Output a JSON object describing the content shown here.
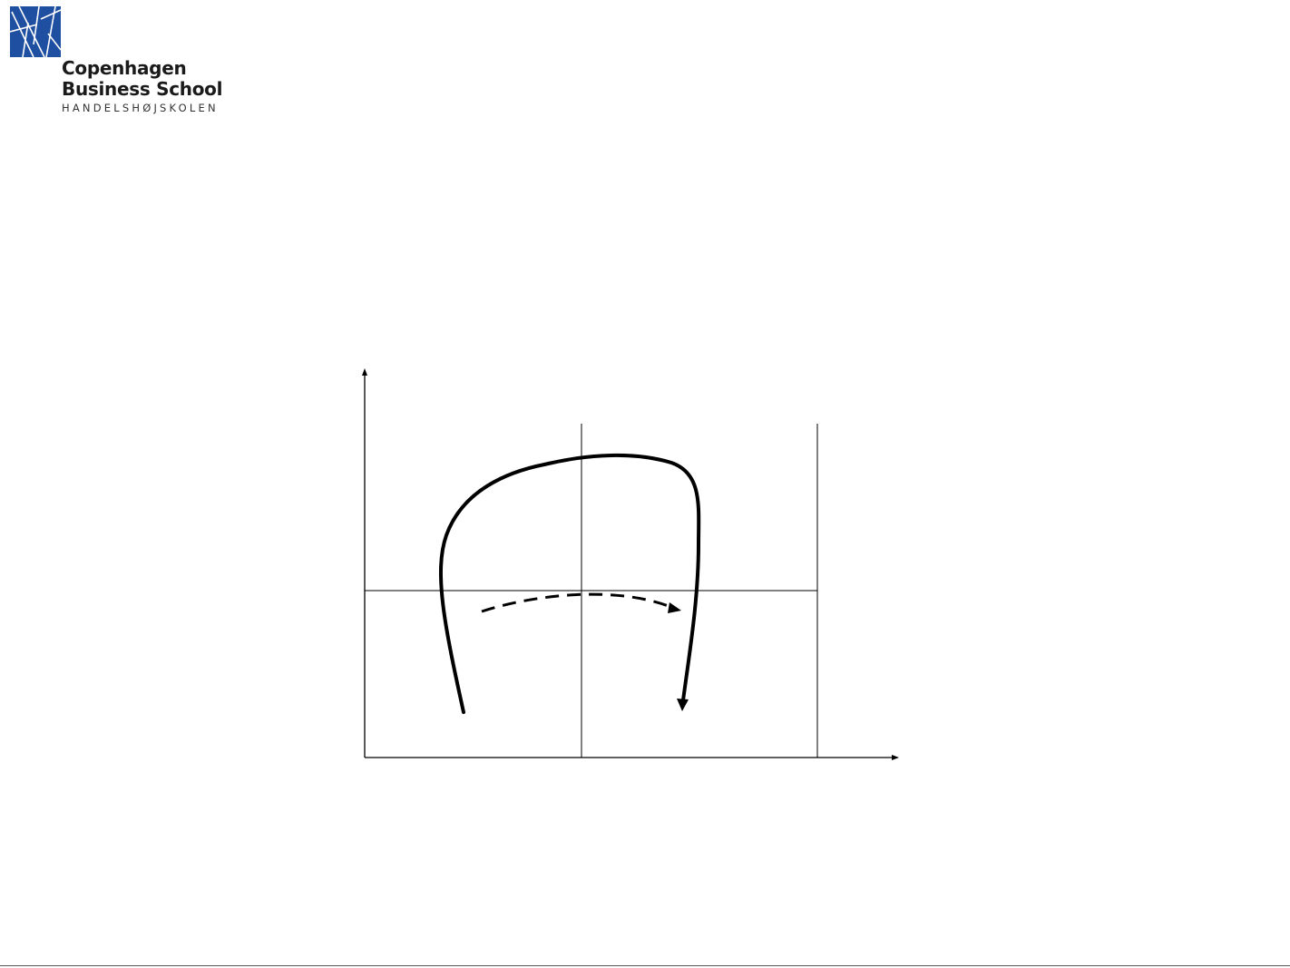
{
  "logo": {
    "icon": "cbs-logo-mark",
    "line1": "Copenhagen",
    "line2": "Business School",
    "subtitle": "HANDELSHØJSKOLEN",
    "brand_color": "#1f4fa0"
  },
  "diagram": {
    "icon_names": [
      "solid-curve-arrow",
      "dashed-curve-arrow"
    ],
    "line_color": "#000000"
  }
}
